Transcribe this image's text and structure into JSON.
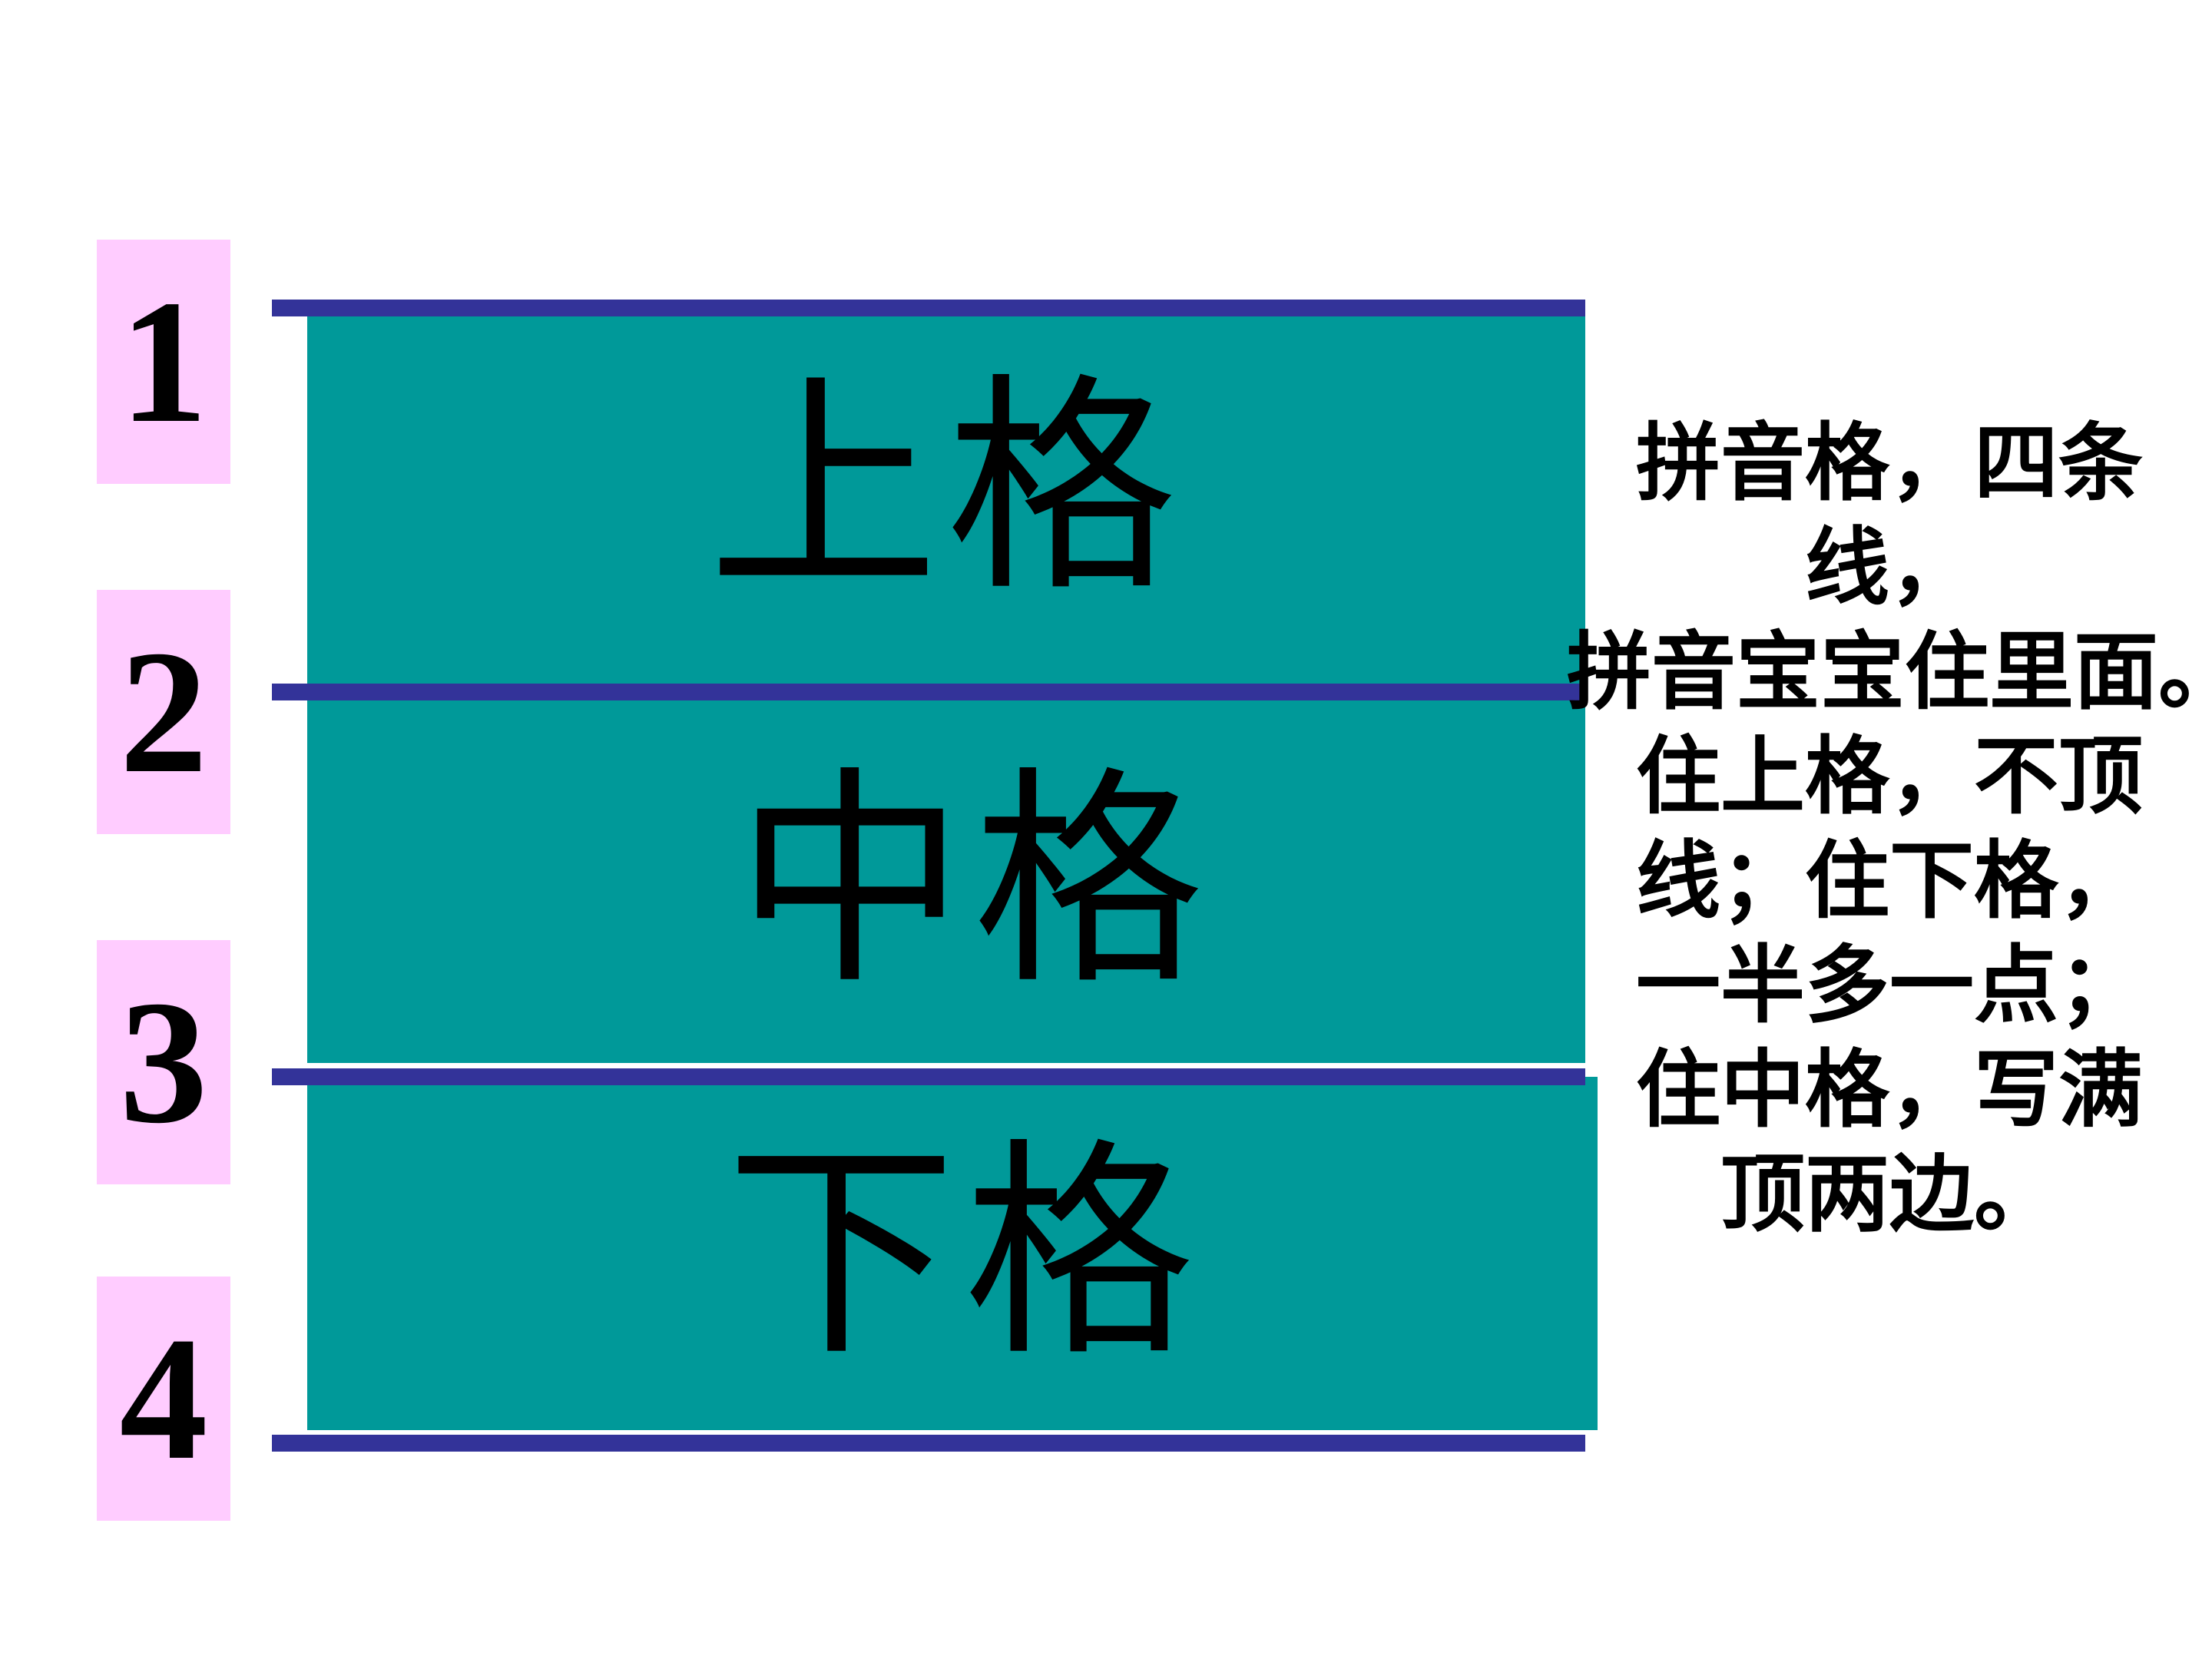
{
  "line_numbers": [
    "1",
    "2",
    "3",
    "4"
  ],
  "cells": {
    "upper": "上格",
    "middle": "中格",
    "lower": "下格"
  },
  "note_lines": [
    "拼音格，四条",
    "线，",
    "拼音宝宝住里面。",
    "住上格，不顶",
    "线；住下格，",
    "一半多一点；",
    "住中格，写满",
    "顶两边。"
  ],
  "colors": {
    "number_bg": "#ffccff",
    "cell_bg": "#009999",
    "rule": "#333399",
    "text": "#000000"
  }
}
